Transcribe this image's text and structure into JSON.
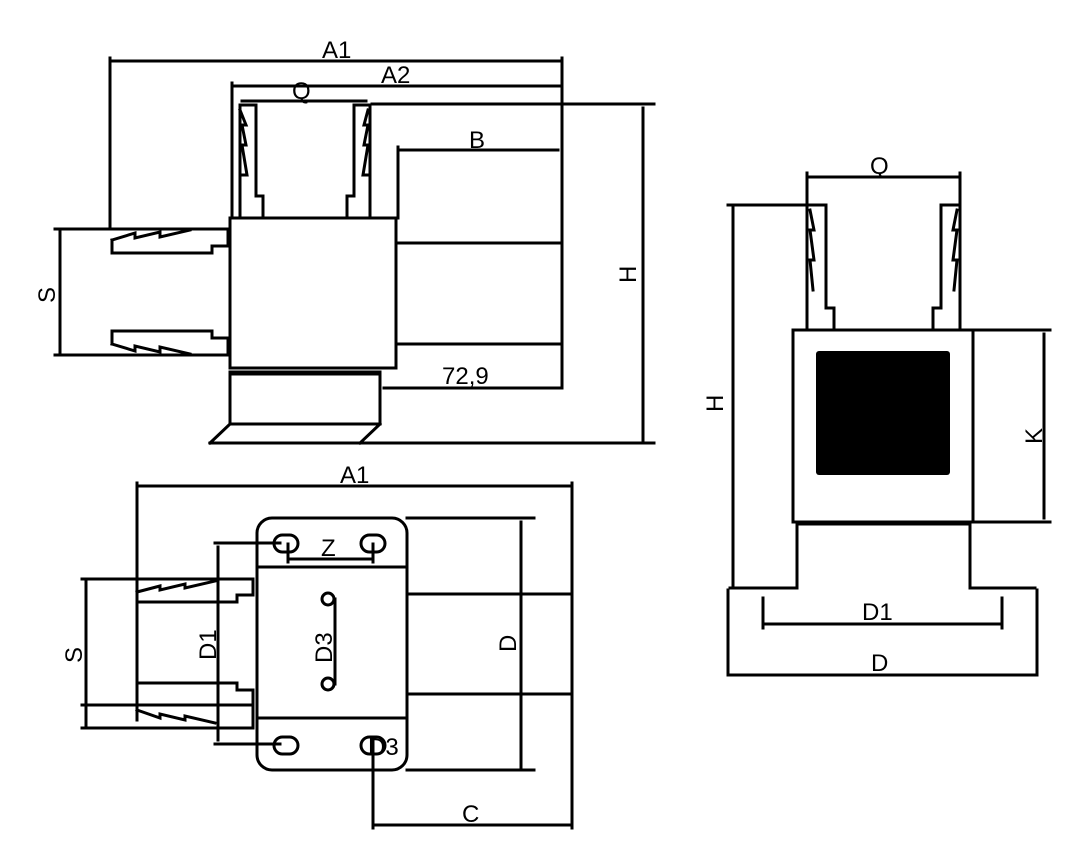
{
  "colors": {
    "line": "#000000",
    "background": "#ffffff"
  },
  "side_view": {
    "labels": {
      "A1": "A1",
      "A2": "A2",
      "Q": "Q",
      "B": "B",
      "H": "H",
      "S": "S",
      "dim_729": "72,9"
    }
  },
  "bottom_view": {
    "labels": {
      "A1": "A1",
      "Z": "Z",
      "S": "S",
      "D1": "D1",
      "D3": "D3",
      "D": "D",
      "D3_hole": "D3",
      "C": "C"
    }
  },
  "front_view": {
    "labels": {
      "Q": "Q",
      "H": "H",
      "K": "K",
      "D1": "D1",
      "D": "D"
    }
  }
}
